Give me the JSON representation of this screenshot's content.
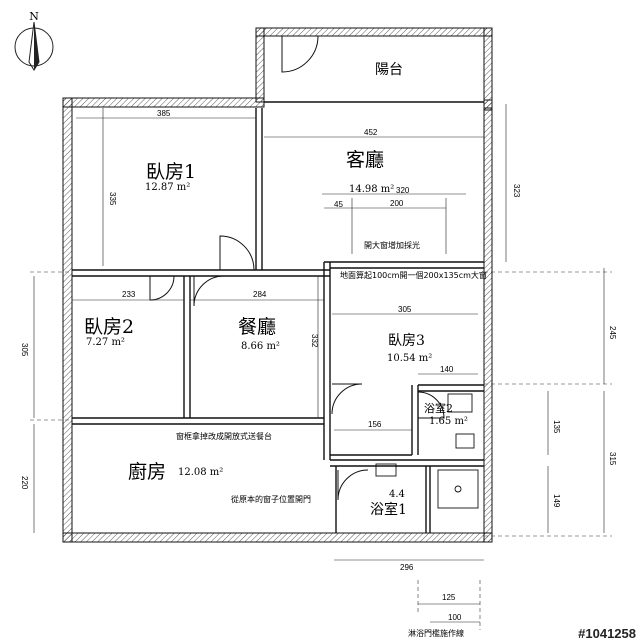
{
  "compass": {
    "north_label": "N"
  },
  "rooms": {
    "balcony": {
      "label": "陽台"
    },
    "bedroom1": {
      "label": "臥房1",
      "area": "12.87 m²"
    },
    "living": {
      "label": "客廳",
      "area": "14.98 m²"
    },
    "bedroom2": {
      "label": "臥房2",
      "area": "7.27 m²"
    },
    "dining": {
      "label": "餐廳",
      "area": "8.66 m²"
    },
    "bedroom3": {
      "label": "臥房3",
      "area": "10.54 m²"
    },
    "bath2": {
      "label": "浴室2",
      "area": "1.65 m²"
    },
    "kitchen": {
      "label": "廚房",
      "area": "12.08 m²"
    },
    "bath1": {
      "label": "浴室1",
      "area": "4.4"
    }
  },
  "notes": {
    "window_enlarge": "開大窗增加採光",
    "window_size": "地面算起100cm開一個200x135cm大窗",
    "open_bar": "窗框拿掉改成開放式送餐台",
    "door_location": "從原本的窗子位置開門",
    "shower_line": "淋浴門檻施作線"
  },
  "dimensions": {
    "d385": "385",
    "d452": "452",
    "d335": "335",
    "d323": "323",
    "d320": "320",
    "d45": "45",
    "d200": "200",
    "d233": "233",
    "d284": "284",
    "d305a": "305",
    "d332": "332",
    "d305b": "305",
    "d245": "245",
    "d140": "140",
    "d156": "156",
    "d135": "135",
    "d315": "315",
    "d220": "220",
    "d149": "149",
    "d296": "296",
    "d125": "125",
    "d100": "100"
  },
  "watermark": "#1041258"
}
